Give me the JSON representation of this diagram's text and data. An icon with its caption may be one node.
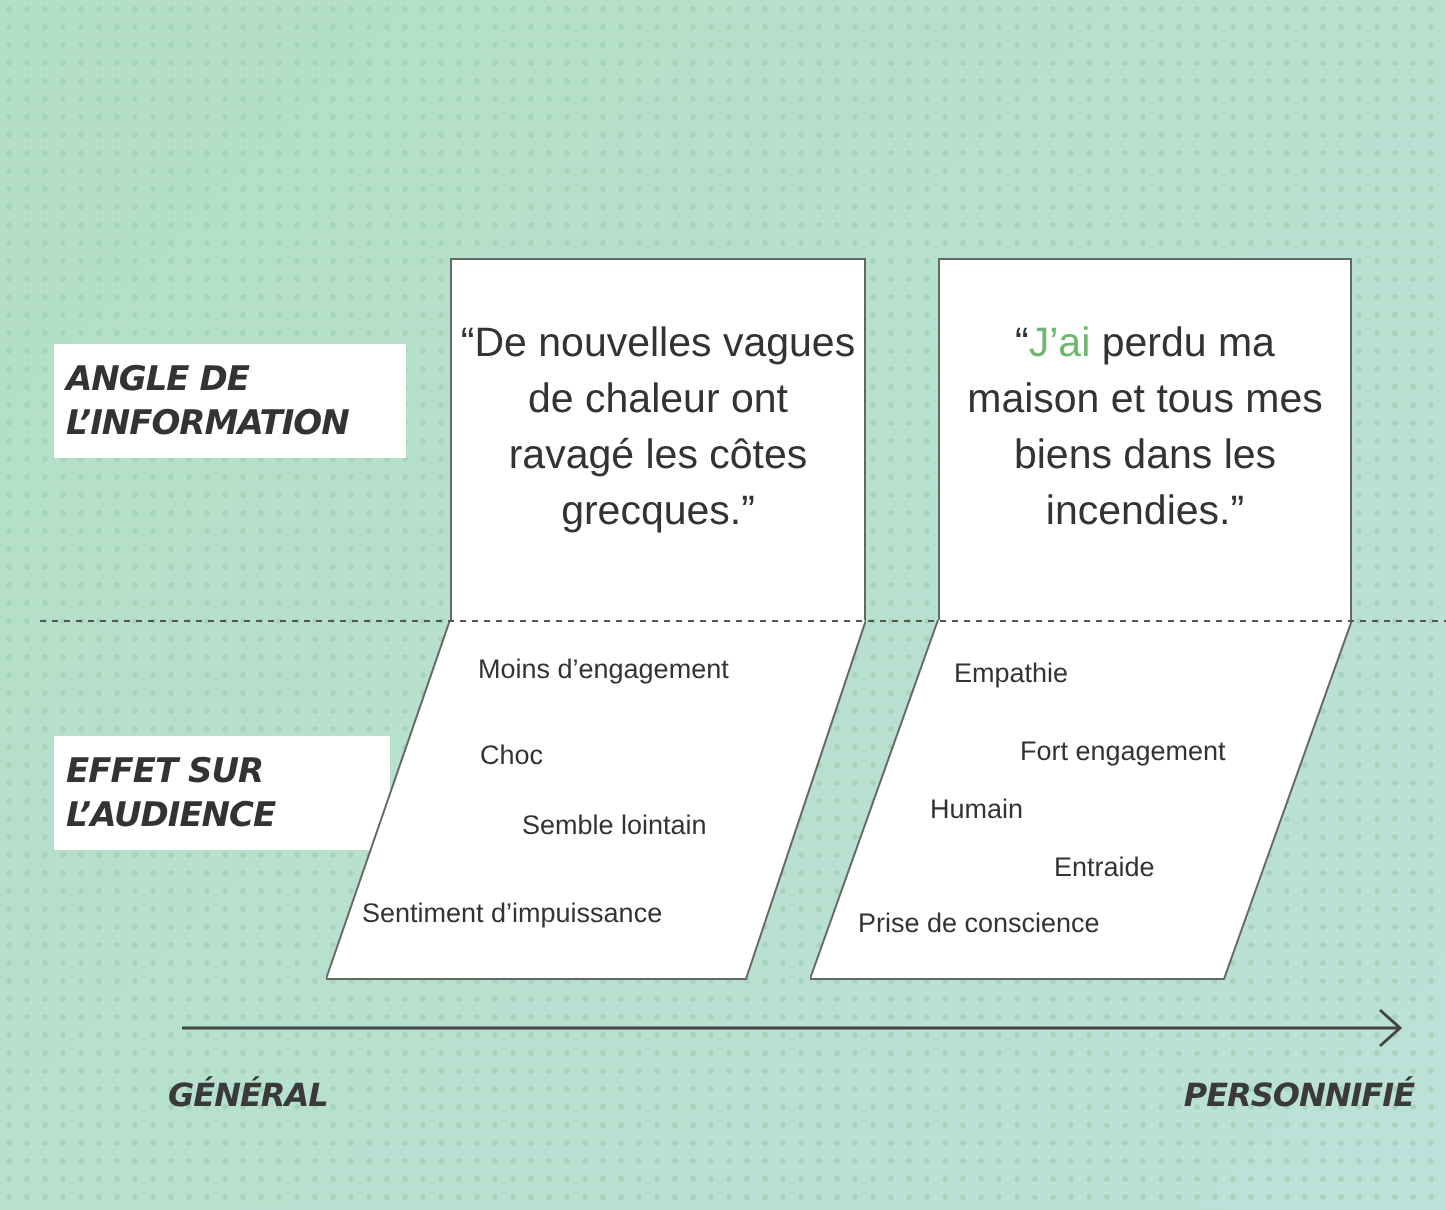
{
  "diagram": {
    "nodes": [
      {
        "text": [
          "ANGLE DE L’INFORMATION"
        ]
      },
      {
        "text": [
          "EFFET SUR L’AUDIENCE"
        ]
      },
      {
        "text": [
          "“De nouvelles vagues de chaleur ont ravagé les côtes grecques.”"
        ]
      },
      {
        "text": [
          "Moins d’engagement",
          "Choc",
          "Semble lointain",
          "Sentiment d’impuissance"
        ]
      },
      {
        "text": [
          "“*J’ai* perdu ma maison et tous mes biens dans les incendies.”"
        ]
      },
      {
        "text": [
          "Empathie",
          "Fort engagement",
          "Humain",
          "Entraide",
          "Prise de conscience"
        ]
      }
    ],
    "labels": [
      "GÉNÉRAL",
      "PERSONNIFIÉ"
    ]
  }
}
